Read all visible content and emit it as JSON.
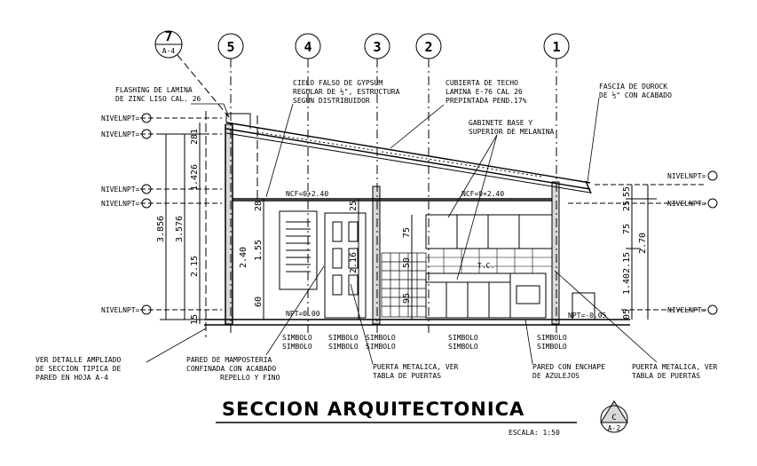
{
  "title": "SECCION ARQUITECTONICA",
  "scale": "ESCALA: 1:50",
  "section_marker": {
    "letter": "C",
    "sheet": "A-2"
  },
  "detail_marker": {
    "number": "7",
    "sheet": "A-4"
  },
  "grid_labels": [
    "5",
    "4",
    "3",
    "2",
    "1"
  ],
  "level_label": "NIVELNPT=",
  "levels": {
    "ncf_left": "NCF=0+2.40",
    "ncf_right": "NCF=0+2.40",
    "npt_left": "NPT=0.00",
    "npt_right": "NPT=-0.05"
  },
  "notes": {
    "flashing": [
      "FLASHING DE LAMINA",
      "DE ZINC LISO CAL. 26"
    ],
    "cielo": [
      "CIELO FALSO DE GYPSUM",
      "REGULAR DE ½\", ESTRUCTURA",
      "SEGUN DISTRIBUIDOR"
    ],
    "cubierta": [
      "CUBIERTA DE TECHO",
      "LAMINA E-76 CAL 26",
      "PREPINTADA PEND.17%"
    ],
    "gabinete": [
      "GABINETE BASE Y",
      "SUPERIOR DE MELANINA"
    ],
    "fascia": [
      "FASCIA DE DUROCK",
      "DE ½\" CON ACABADO"
    ],
    "ver_detalle": [
      "VER DETALLE AMPLIADO",
      "DE SECCION TIPICA DE",
      "PARED EN HOJA A-4"
    ],
    "pared_mamp": [
      "PARED DE MAMPOSTERIA",
      "CONFINADA CON ACABADO",
      "REPELLO Y FINO"
    ],
    "puerta1": [
      "PUERTA METALICA, VER",
      "TABLA DE PUERTAS"
    ],
    "pared_ench": [
      "PARED CON ENCHAPE",
      "DE AZULEJOS"
    ],
    "puerta2": [
      "PUERTA METALICA, VER",
      "TABLA DE PUERTAS"
    ]
  },
  "symbol_word": "SIMBOLO",
  "small_labels": {
    "tc": "T.C."
  },
  "dims": {
    "d3856": "3.856",
    "d3576": "3.576",
    "d1426": "1.426",
    "d215a": "2.15",
    "d240": "2.40",
    "d155": "1.55",
    "d60": "60",
    "d15": "15",
    "d281": "281",
    "d28": "28",
    "d25a": "25",
    "d216": "2.16",
    "d75a": "75",
    "d50": "50",
    "d95": "95",
    "d55": "55",
    "d25b": "25",
    "d75b": "75",
    "d215b": "2.15",
    "d140": "1.40",
    "d270": "2.70",
    "d05": "05"
  }
}
